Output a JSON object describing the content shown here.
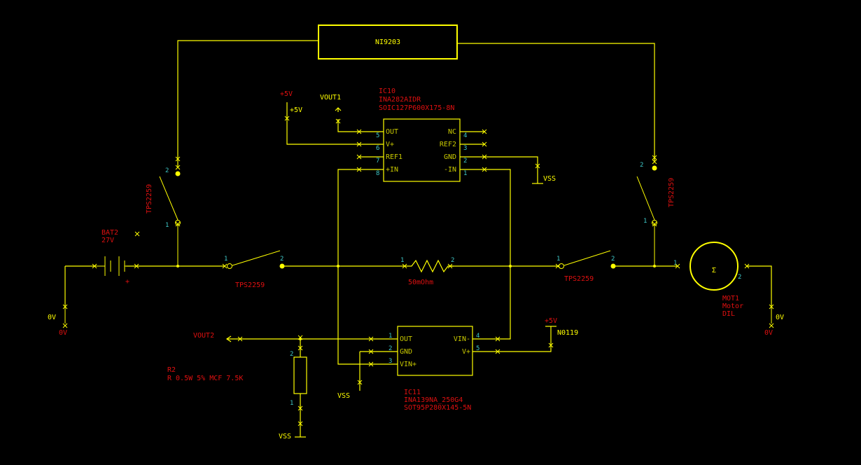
{
  "colors": {
    "background": "#000000",
    "wire": "#ffff00",
    "label": "#e01010",
    "pin_number": "#3fc8c8"
  },
  "daq": {
    "name": "NI9203"
  },
  "ic10": {
    "ref": "IC10",
    "part": "INA282AIDR",
    "package": "SOIC127P600X175-8N",
    "pins_left": [
      {
        "num": "5",
        "name": "OUT"
      },
      {
        "num": "6",
        "name": "V+"
      },
      {
        "num": "7",
        "name": "REF1"
      },
      {
        "num": "8",
        "name": "+IN"
      }
    ],
    "pins_right": [
      {
        "num": "4",
        "name": "NC"
      },
      {
        "num": "3",
        "name": "REF2"
      },
      {
        "num": "2",
        "name": "GND"
      },
      {
        "num": "1",
        "name": "-IN"
      }
    ]
  },
  "ic11": {
    "ref": "IC11",
    "part": "INA139NA_250G4",
    "package": "SOT95P280X145-5N",
    "pins_left": [
      {
        "num": "1",
        "name": "OUT"
      },
      {
        "num": "2",
        "name": "GND"
      },
      {
        "num": "3",
        "name": "VIN+"
      }
    ],
    "pins_right": [
      {
        "num": "4",
        "name": "VIN-"
      },
      {
        "num": "5",
        "name": "V+"
      }
    ]
  },
  "battery": {
    "ref": "BAT2",
    "value": "27V"
  },
  "shunt": {
    "value": "50mOhm",
    "pin1": "1",
    "pin2": "2"
  },
  "motor": {
    "ref": "MOT1",
    "type": "Motor",
    "package": "DIL",
    "symbol": "Σ",
    "pin1": "1",
    "pin2": "2"
  },
  "r2": {
    "ref": "R2",
    "value": "R 0.5W 5% MCF 7.5K",
    "pin1": "1",
    "pin2": "2"
  },
  "switches": [
    {
      "ref": "TPS2259",
      "pin1": "1",
      "pin2": "2"
    },
    {
      "ref": "TPS2259",
      "pin1": "1",
      "pin2": "2"
    },
    {
      "ref": "TPS2259",
      "pin1": "1",
      "pin2": "2"
    },
    {
      "ref": "TPS2259",
      "pin1": "1",
      "pin2": "2"
    }
  ],
  "nets": {
    "p5v_a": "+5V",
    "p5v_a_label": "+5V",
    "vout1": "VOUT1",
    "vout2": "VOUT2",
    "vss_a": "VSS",
    "vss_b": "VSS",
    "vss_c": "VSS",
    "p5v_b": "+5V",
    "n0119": "N0119",
    "gnd_left": "0V",
    "gnd_left_label": "0V",
    "gnd_right": "0V",
    "gnd_right_label": "0V"
  }
}
